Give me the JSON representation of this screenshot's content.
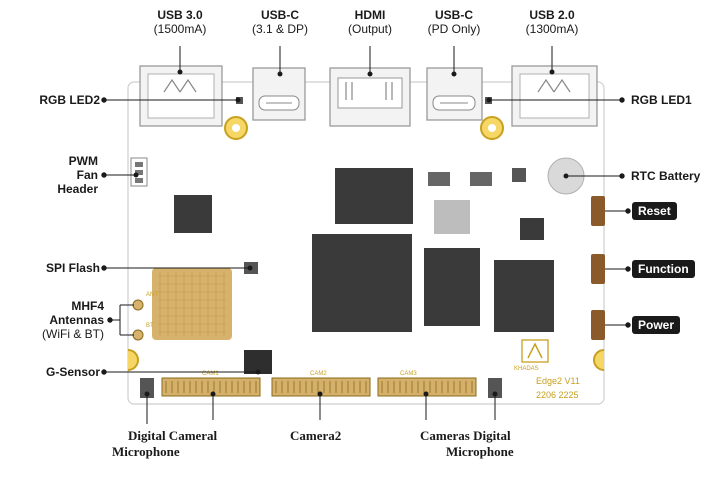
{
  "top_labels": [
    {
      "title": "USB 3.0",
      "sub": "(1500mA)"
    },
    {
      "title": "USB-C",
      "sub": "(3.1 & DP)"
    },
    {
      "title": "HDMI",
      "sub": "(Output)"
    },
    {
      "title": "USB-C",
      "sub": "(PD Only)"
    },
    {
      "title": "USB 2.0",
      "sub": "(1300mA)"
    }
  ],
  "left_labels": {
    "rgb_led2": "RGB LED2",
    "pwm_fan": [
      "PWM",
      "Fan",
      "Header"
    ],
    "spi_flash": "SPI Flash",
    "antennas": [
      "MHF4",
      "Antennas",
      "(WiFi & BT)"
    ],
    "g_sensor": "G-Sensor"
  },
  "right_labels": {
    "rgb_led1": "RGB LED1",
    "rtc_battery": "RTC Battery",
    "reset": "Reset",
    "function": "Function",
    "power": "Power"
  },
  "bottom_labels": {
    "digital_mic_left": [
      "Digital Cameral",
      "Microphone"
    ],
    "camera2": "Camera2",
    "cameras_digital_mic": [
      "Cameras Digital",
      "Microphone"
    ]
  },
  "board_silk": {
    "cam1": "CAM1",
    "cam2": "CAM2",
    "cam3": "CAM3",
    "model": "Edge2 V11",
    "date": "2206 2225",
    "logo_text": "KHADAS",
    "ant1": "ANT",
    "ant2": "BT"
  },
  "colors": {
    "board": "#ffffff",
    "board_outline": "#cfcfcf",
    "chip": "#3a3a3a",
    "silk_gold": "#c8a020",
    "label_text": "#1a1a1a"
  }
}
